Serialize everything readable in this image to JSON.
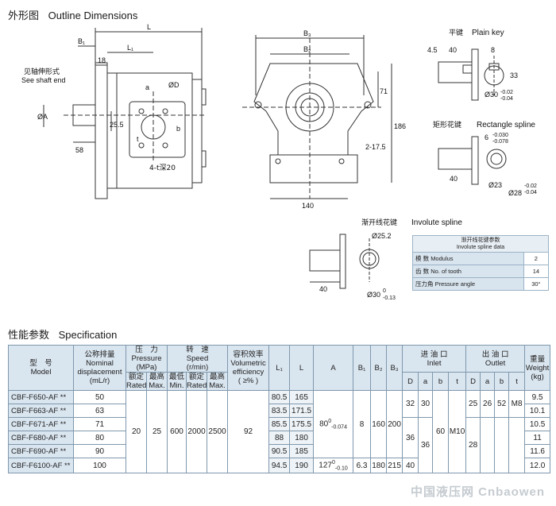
{
  "section_outline": {
    "cn": "外形图",
    "en": "Outline Dimensions"
  },
  "section_spec": {
    "cn": "性能参数",
    "en": "Specification"
  },
  "drawing": {
    "dims": {
      "L": "L",
      "L1": "L₁",
      "B1": "B₁",
      "d18": "18",
      "d58": "58",
      "phiA": "ØA",
      "a": "a",
      "b": "b",
      "phiD": "ØD",
      "d25_5": "25.5",
      "t": "t",
      "thread": "4-t深20",
      "B3": "B₃",
      "B2": "B₂",
      "d71": "71",
      "d186": "186",
      "d2_17_5": "2-17.5",
      "d140": "140"
    },
    "shaft_note_cn": "见轴伸形式",
    "shaft_note_en": "See shaft end",
    "plain_key": {
      "cn": "平键",
      "en": "Plain key",
      "d4_5": "4.5",
      "d40": "40",
      "d8": "8",
      "d33": "33",
      "phi30": "Ø30",
      "tol_up": "-0.02",
      "tol_dn": "-0.04"
    },
    "rect_spline": {
      "cn": "矩形花键",
      "en": "Rectangle spline",
      "d6": "6",
      "tol_up": "-0.030",
      "tol_dn": "-0.078",
      "d40": "40",
      "phi23": "Ø23",
      "phi28": "Ø28",
      "tol2_up": "-0.02",
      "tol2_dn": "-0.04"
    },
    "involute": {
      "cn": "渐开线花键",
      "en": "Involute spline",
      "phi25_2": "Ø25.2",
      "d40": "40",
      "phi30": "Ø30",
      "tol_up": "0",
      "tol_dn": "-0.13"
    }
  },
  "spline_table": {
    "title_cn": "渐开线花键参数",
    "title_en": "Involute  spline data",
    "rows": [
      {
        "cn": "模 数",
        "en": "Modulus",
        "value": "2"
      },
      {
        "cn": "齿 数",
        "en": "No. of tooth",
        "value": "14"
      },
      {
        "cn": "压力角",
        "en": "Pressure angle",
        "value": "30°"
      }
    ]
  },
  "spec_table": {
    "headers": {
      "model_cn": "型　号",
      "model_en": "Model",
      "disp_cn": "公称排量",
      "disp_en": "Nominal displacement",
      "disp_unit": "(mL/r)",
      "press_cn": "压　力",
      "press_en": "Pressure",
      "press_unit": "(MPa)",
      "rated_cn": "额定",
      "rated_en": "Rated",
      "max_cn": "最高",
      "max_en": "Max.",
      "speed_cn": "转　速",
      "speed_en": "Speed",
      "speed_unit": "(r/min)",
      "min_cn": "最低",
      "min_en": "Min.",
      "vol_cn": "容积效率",
      "vol_en": "Volumetric efficiency",
      "vol_unit": "( ≥% )",
      "L1": "L₁",
      "L": "L",
      "A": "A",
      "B1": "B₁",
      "B2": "B₂",
      "B3": "B₃",
      "inlet_cn": "进 油 口",
      "inlet_en": "Inlet",
      "outlet_cn": "出 油 口",
      "outlet_en": "Outlet",
      "weight_cn": "重量",
      "weight_en": "Weight",
      "weight_unit": "(kg)",
      "D": "D",
      "a": "a",
      "b": "b",
      "t": "t"
    },
    "rows": [
      {
        "model": "CBF-F650-AF **",
        "disp": "50",
        "L1": "80.5",
        "L": "165",
        "weight": "9.5"
      },
      {
        "model": "CBF-F663-AF **",
        "disp": "63",
        "L1": "83.5",
        "L": "171.5",
        "weight": "10.1"
      },
      {
        "model": "CBF-F671-AF **",
        "disp": "71",
        "L1": "85.5",
        "L": "175.5",
        "weight": "10.5"
      },
      {
        "model": "CBF-F680-AF **",
        "disp": "80",
        "L1": "88",
        "L": "180",
        "weight": "11"
      },
      {
        "model": "CBF-F690-AF **",
        "disp": "90",
        "L1": "90.5",
        "L": "185",
        "weight": "11.6"
      },
      {
        "model": "CBF-F6100-AF **",
        "disp": "100",
        "L1": "94.5",
        "L": "190",
        "weight": "12.0"
      }
    ],
    "shared": {
      "rated": "20",
      "max_p": "25",
      "min_s": "600",
      "rated_s": "2000",
      "max_s": "2500",
      "vol": "92",
      "A_main": "80",
      "A_tol_up": "0",
      "A_tol_dn": "-0.074",
      "A_last": "127",
      "A_last_up": "0",
      "A_last_dn": "-0.10",
      "B1_main": "8",
      "B1_last": "6.3",
      "B2_main": "160",
      "B2_last": "180",
      "B3_main": "200",
      "B3_last": "215",
      "inlet_D1": "32",
      "inlet_a1": "30",
      "inlet_D2": "36",
      "inlet_D3": "40",
      "inlet_a2": "36",
      "inlet_b": "60",
      "inlet_t": "M10",
      "outlet_D1": "25",
      "outlet_a1": "26",
      "outlet_b1": "52",
      "outlet_t1": "M8",
      "outlet_D2": "28"
    }
  },
  "watermark": "中国液压网 Cnbaowen"
}
